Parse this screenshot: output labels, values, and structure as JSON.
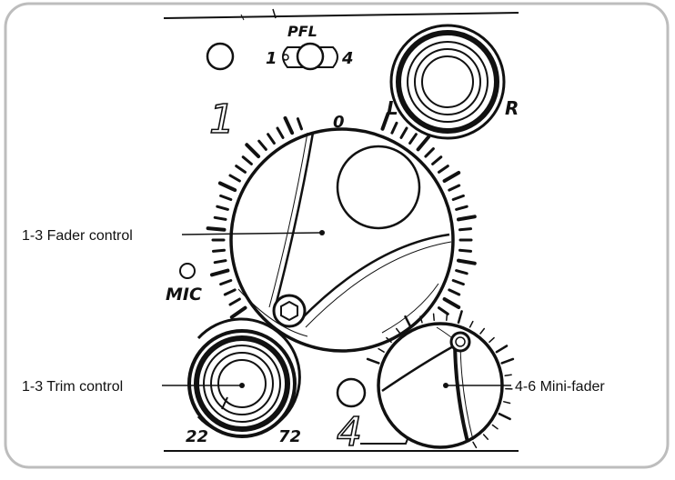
{
  "panel": {
    "pfl_label": "PFL",
    "pfl_left": "1",
    "pfl_right": "4",
    "jack_left": "L",
    "jack_right": "R",
    "channel_top": "1",
    "channel_bottom": "4",
    "fader_zero": "0",
    "mic_label": "MIC",
    "trim_min": "22",
    "trim_max": "72"
  },
  "callouts": [
    {
      "label": "1-3 Fader control"
    },
    {
      "label": "1-3 Trim control"
    },
    {
      "label": "4-6 Mini-fader"
    }
  ],
  "colors": {
    "frame_border": "#bdbdbd",
    "ink": "#111111",
    "background": "#ffffff"
  }
}
